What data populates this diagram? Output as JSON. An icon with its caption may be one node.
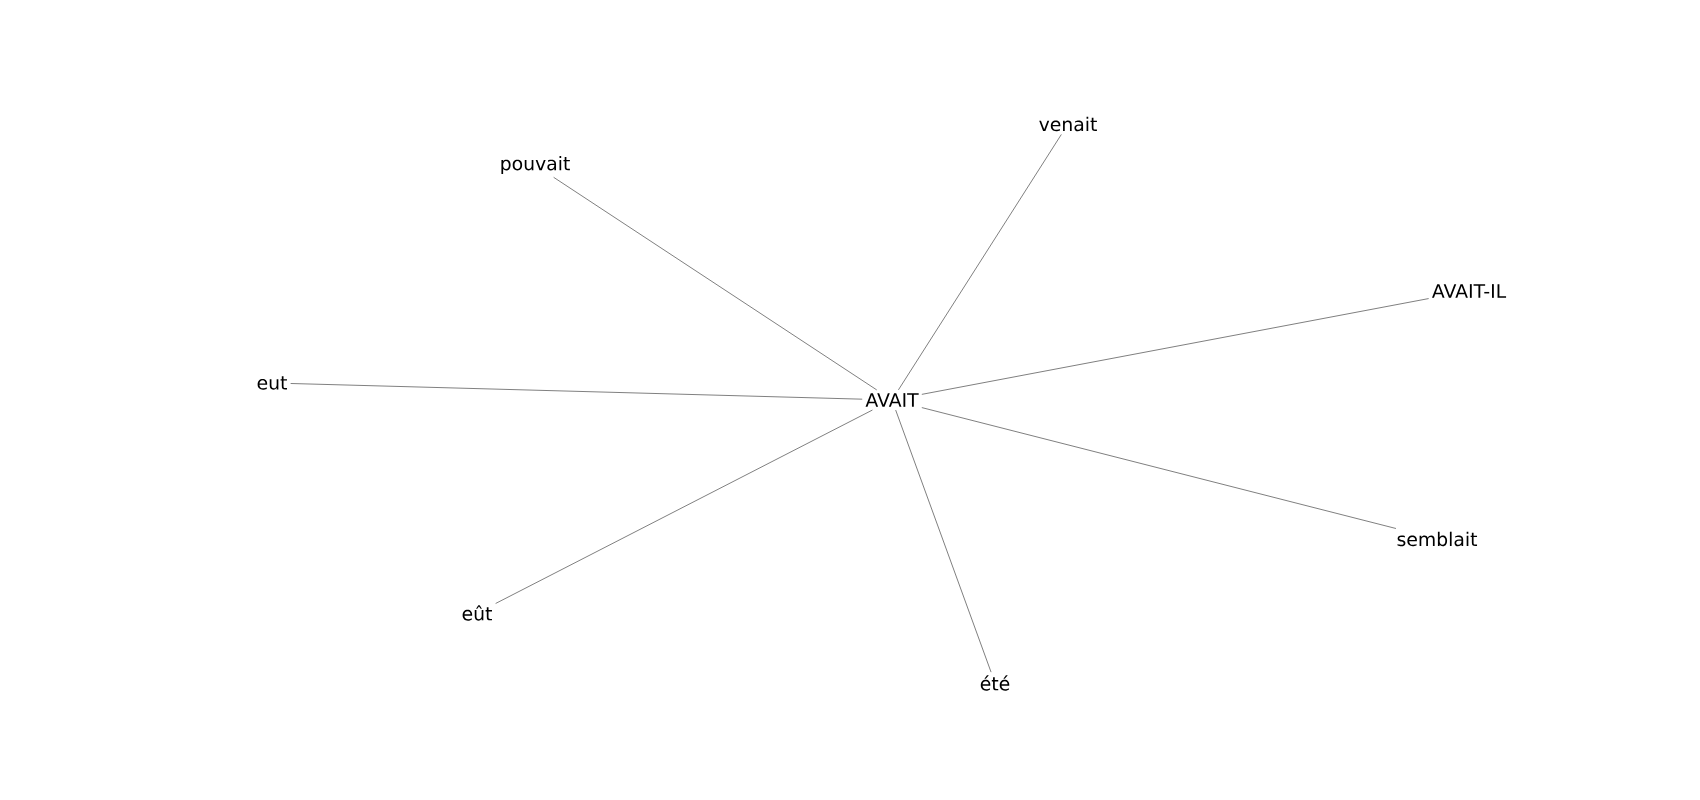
{
  "diagram": {
    "nodes": [
      {
        "text": [
          "venait"
        ]
      },
      {
        "text": [
          "pouvait"
        ]
      },
      {
        "text": [
          "AVAIT-IL"
        ]
      },
      {
        "text": [
          "eut"
        ]
      },
      {
        "text": [
          "AVAIT"
        ]
      },
      {
        "text": [
          "semblait"
        ]
      },
      {
        "text": [
          "eût"
        ]
      },
      {
        "text": [
          "été"
        ]
      }
    ],
    "edges": [
      {
        "from": 4,
        "to": 0,
        "arrow": "none"
      },
      {
        "from": 4,
        "to": 1,
        "arrow": "none"
      },
      {
        "from": 4,
        "to": 2,
        "arrow": "none"
      },
      {
        "from": 4,
        "to": 3,
        "arrow": "none"
      },
      {
        "from": 4,
        "to": 5,
        "arrow": "none"
      },
      {
        "from": 4,
        "to": 6,
        "arrow": "none"
      },
      {
        "from": 4,
        "to": 7,
        "arrow": "none"
      }
    ]
  }
}
